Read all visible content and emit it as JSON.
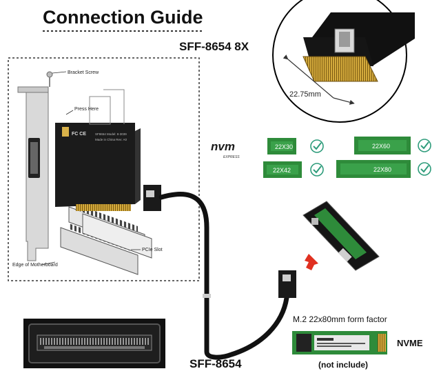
{
  "header": {
    "title": "Connection Guide",
    "connector_model": "SFF-8654 8X"
  },
  "connector_closeup": {
    "dimension": "22.75mm"
  },
  "install_diagram": {
    "labels": {
      "bracket_screw": "Bracket Screw",
      "press_here": "Press Here",
      "pcie_slot": "PCIe Slot",
      "motherboard": "Edge of Motherboard"
    },
    "card_print": [
      "SF8654 Model: 8-3039",
      "Made in China Rev: A0"
    ]
  },
  "nvme_logo": {
    "main": "nvm",
    "sub": "EXPRESS"
  },
  "m2_sizes": [
    "22X30",
    "22X42",
    "22X60",
    "22X80"
  ],
  "cable_label": "SFF-8654",
  "form_factor": "M.2 22x80mm form factor",
  "ssd_label": "NVME",
  "not_included": "(not include)",
  "colors": {
    "pcb_green": "#2e8b3a",
    "pcb_black": "#1b1b1b",
    "check_green": "#2e9c7b",
    "arrow_red": "#e03020",
    "gold": "#c9a23a"
  }
}
